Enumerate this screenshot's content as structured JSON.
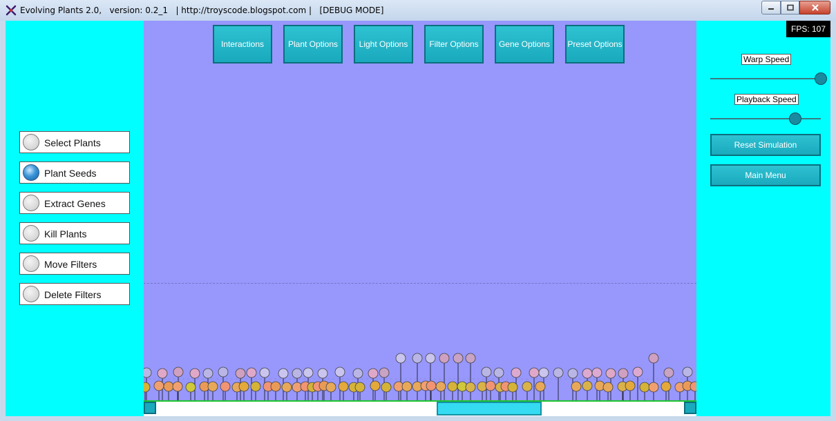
{
  "window": {
    "title": "Evolving Plants 2.0,   version: 0.2_1   | http://troyscode.blogspot.com |   [DEBUG MODE]",
    "buttons": [
      "minimize",
      "maximize",
      "close"
    ]
  },
  "top_menu": [
    "Interactions",
    "Plant Options",
    "Light Options",
    "Filter Options",
    "Gene Options",
    "Preset Options"
  ],
  "tools": [
    {
      "label": "Select Plants",
      "selected": false
    },
    {
      "label": "Plant Seeds",
      "selected": true
    },
    {
      "label": "Extract Genes",
      "selected": false
    },
    {
      "label": "Kill Plants",
      "selected": false
    },
    {
      "label": "Move Filters",
      "selected": false
    },
    {
      "label": "Delete Filters",
      "selected": false
    }
  ],
  "right_panel": {
    "fps": "FPS: 107",
    "warp_speed": {
      "label": "Warp Speed",
      "value": 1.0
    },
    "playback_speed": {
      "label": "Playback Speed",
      "value": 0.77
    },
    "reset_label": "Reset Simulation",
    "main_menu_label": "Main Menu"
  },
  "scroll": {
    "position_fraction": 0.53,
    "thumb_fraction": 0.19
  },
  "colors": {
    "panel_bg": "#00ffff",
    "sim_bg": "#9797fc",
    "button_fill": "#1aa9bd",
    "button_border": "#0b6e7e",
    "ground": "#1bc62b",
    "fps_bg": "#000000"
  },
  "icons": {
    "app": "app-logo-icon",
    "minimize": "minimize-icon",
    "maximize": "maximize-icon",
    "close": "close-icon"
  }
}
